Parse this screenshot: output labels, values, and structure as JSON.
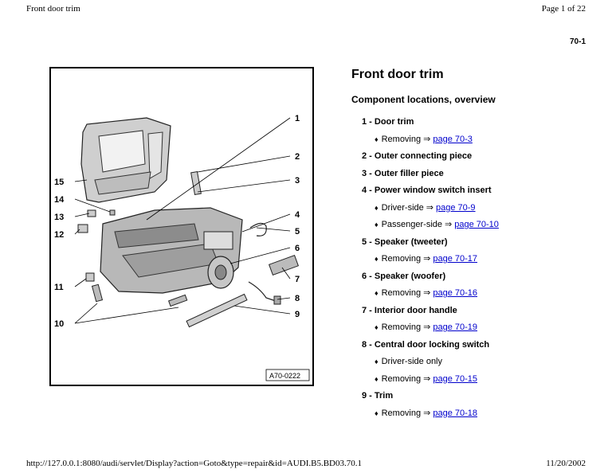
{
  "header": {
    "doc_title": "Front door trim",
    "page_indicator": "Page 1 of 22"
  },
  "page_number": "70-1",
  "figure": {
    "code": "A70-0222",
    "callouts": [
      "1",
      "2",
      "3",
      "4",
      "5",
      "6",
      "7",
      "8",
      "9",
      "10",
      "11",
      "12",
      "13",
      "14",
      "15"
    ]
  },
  "title": "Front door trim",
  "subtitle": "Component locations, overview",
  "items": [
    {
      "label": "1 - Door trim",
      "subs": [
        {
          "text": "Removing",
          "arrow": "⇒",
          "link": "page 70-3"
        }
      ]
    },
    {
      "label": "2 - Outer connecting piece",
      "subs": []
    },
    {
      "label": "3 - Outer filler piece",
      "subs": []
    },
    {
      "label": "4 - Power window switch insert",
      "subs": [
        {
          "text": "Driver-side",
          "arrow": "⇒",
          "link": "page 70-9"
        },
        {
          "text": "Passenger-side",
          "arrow": "⇒",
          "link": "page 70-10"
        }
      ]
    },
    {
      "label": "5 - Speaker (tweeter)",
      "subs": [
        {
          "text": "Removing",
          "arrow": "⇒",
          "link": "page 70-17"
        }
      ]
    },
    {
      "label": "6 - Speaker (woofer)",
      "subs": [
        {
          "text": "Removing",
          "arrow": "⇒",
          "link": "page 70-16"
        }
      ]
    },
    {
      "label": "7 - Interior door handle",
      "subs": [
        {
          "text": "Removing",
          "arrow": "⇒",
          "link": "page 70-19"
        }
      ]
    },
    {
      "label": "8 - Central door locking switch",
      "subs": [
        {
          "text": "Driver-side only",
          "arrow": "",
          "link": ""
        },
        {
          "text": "Removing",
          "arrow": "⇒",
          "link": "page 70-15"
        }
      ]
    },
    {
      "label": "9 - Trim",
      "subs": [
        {
          "text": "Removing",
          "arrow": "⇒",
          "link": "page 70-18"
        }
      ]
    }
  ],
  "footer": {
    "url": "http://127.0.0.1:8080/audi/servlet/Display?action=Goto&type=repair&id=AUDI.B5.BD03.70.1",
    "date": "11/20/2002"
  }
}
